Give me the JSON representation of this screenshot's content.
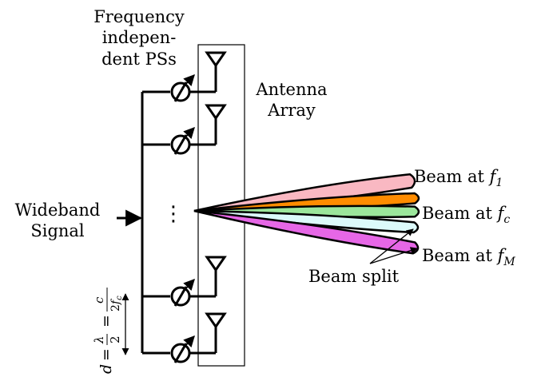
{
  "labels": {
    "phase_shifters": [
      "Frequency",
      "indepen-",
      "dent PSs"
    ],
    "antenna_array": [
      "Antenna",
      "Array"
    ],
    "input_signal": [
      "Wideband",
      "Signal"
    ],
    "dots": "⋮",
    "beam_split": "Beam split",
    "beam_prefix": "Beam at ",
    "beam_f1_sub": "1",
    "beam_fc_sub": "c",
    "beam_fM_sub": "M",
    "f_symbol": "f"
  },
  "colors": {
    "beam_f1": "#f9b8c2",
    "beam_2": "#ff8c00",
    "beam_fc": "#9be69b",
    "beam_4": "#dcfafa",
    "beam_fM": "#e667e6",
    "stroke": "#000000"
  },
  "equation": "d = λ/2 = c/(2f_c)"
}
